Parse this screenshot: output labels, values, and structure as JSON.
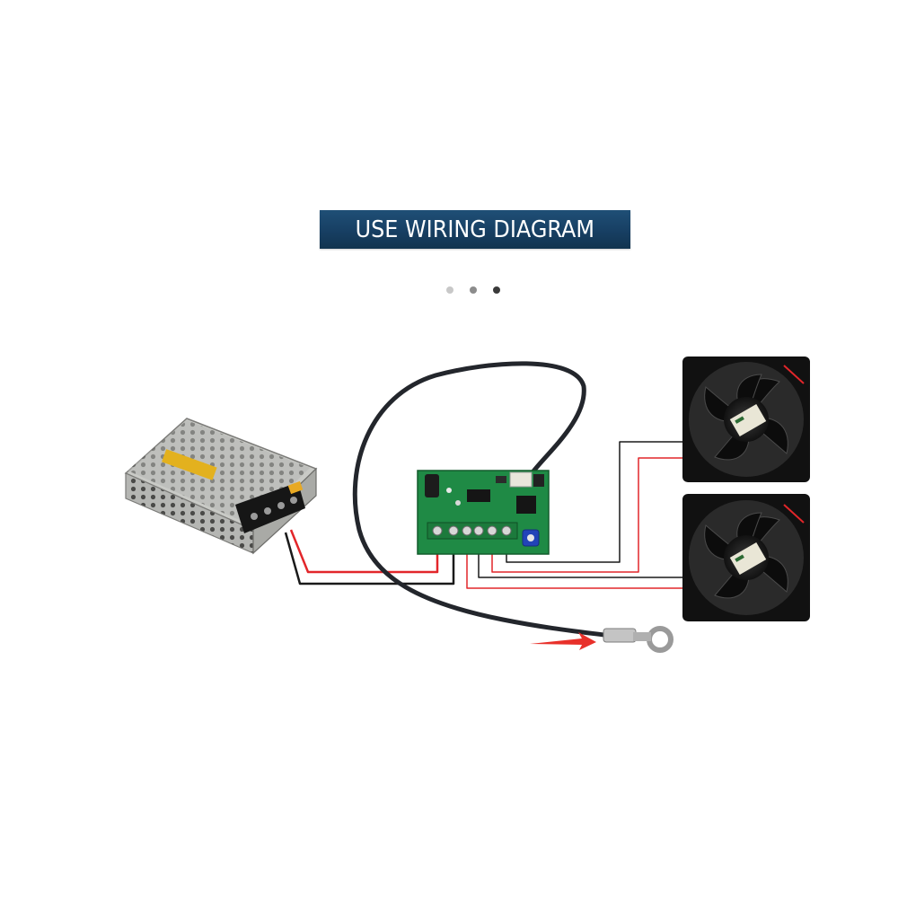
{
  "title": "USE WIRING DIAGRAM",
  "carousel": {
    "count": 3,
    "active_index": 2
  },
  "colors": {
    "banner": "#173f63",
    "wire_red": "#e2262a",
    "wire_black": "#1a1a1a",
    "pcb": "#1f8a45",
    "arrow": "#e8302a"
  },
  "icons": {
    "power_supply": "power-supply-icon",
    "controller": "pcb-controller-icon",
    "fan": "cooling-fan-icon",
    "probe": "temperature-probe-icon",
    "arrow": "red-arrow-icon"
  }
}
